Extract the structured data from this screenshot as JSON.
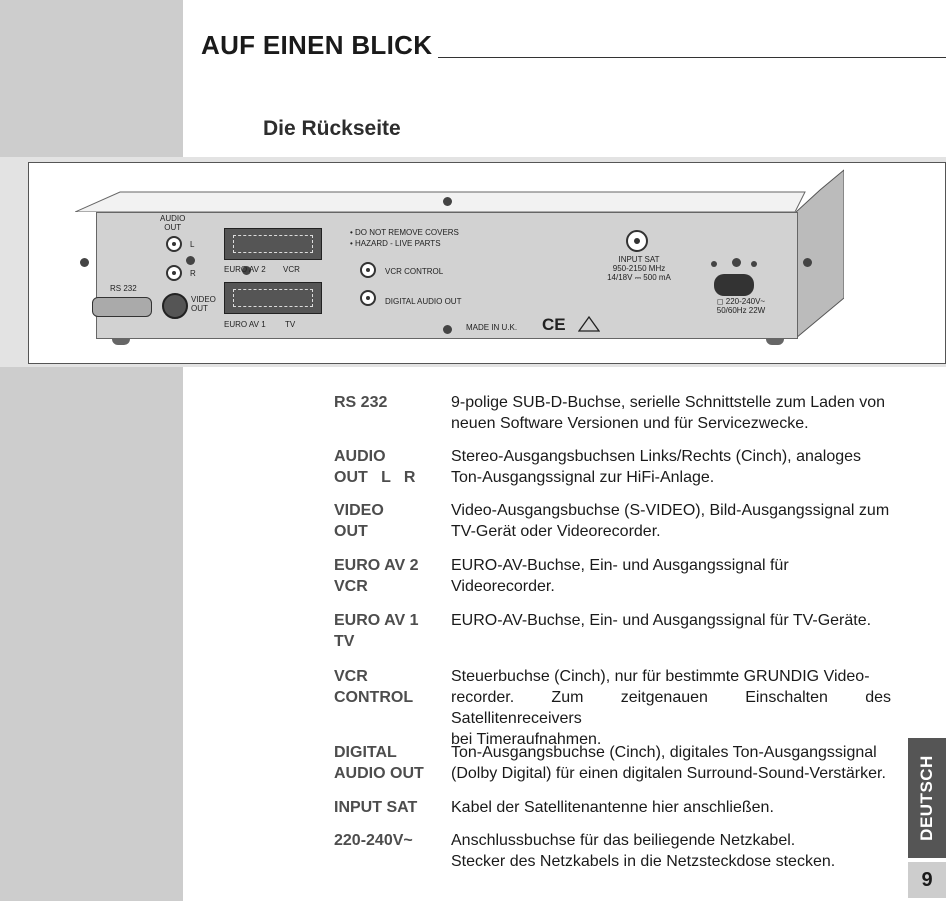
{
  "header": {
    "title": "AUF EINEN BLICK"
  },
  "section": {
    "title": "Die Rückseite"
  },
  "device_labels": {
    "audio_out": [
      "AUDIO",
      "OUT"
    ],
    "l": "L",
    "r": "R",
    "rs232": "RS 232",
    "video_out": [
      "VIDEO",
      "OUT"
    ],
    "euro_av2": "EURO AV 2",
    "vcr": "VCR",
    "euro_av1": "EURO AV 1",
    "tv": "TV",
    "warning1": "• DO NOT REMOVE COVERS",
    "warning2": "• HAZARD - LIVE PARTS",
    "vcr_control": "VCR CONTROL",
    "digital_audio_out": "DIGITAL AUDIO OUT",
    "made_in": "MADE IN U.K.",
    "ce": "CE",
    "input_sat": [
      "INPUT SAT",
      "950-2150 MHz",
      "14/18V ⎓ 500 mA"
    ],
    "power": [
      "◻ 220-240V~",
      "50/60Hz 22W"
    ]
  },
  "entries": [
    {
      "term": "RS 232",
      "desc": [
        "9-polige SUB-D-Buchse, serielle Schnittstelle zum Laden von",
        "neuen Software Versionen und für Servicezwecke."
      ]
    },
    {
      "term": "AUDIO\nOUT   L   R",
      "desc": [
        "Stereo-Ausgangsbuchsen Links/Rechts (Cinch), analoges",
        "Ton-Ausgangssignal zur HiFi-Anlage."
      ]
    },
    {
      "term": "VIDEO\nOUT",
      "desc": [
        "Video-Ausgangsbuchse (S-VIDEO), Bild-Ausgangssignal zum",
        "TV-Gerät oder Videorecorder."
      ]
    },
    {
      "term": "EURO AV 2\nVCR",
      "desc": [
        "EURO-AV-Buchse, Ein- und Ausgangssignal für Videorecorder."
      ]
    },
    {
      "term": "EURO AV 1\nTV",
      "desc": [
        "EURO-AV-Buchse, Ein- und Ausgangssignal für TV-Geräte."
      ]
    },
    {
      "term": "VCR\nCONTROL",
      "desc": [
        "Steuerbuchse (Cinch), nur für bestimmte GRUNDIG Video-",
        "recorder. Zum zeitgenauen Einschalten des Satellitenreceivers",
        "bei Timeraufnahmen."
      ]
    },
    {
      "term": "DIGITAL\nAUDIO OUT",
      "desc": [
        "Ton-Ausgangsbuchse (Cinch), digitales Ton-Ausgangssignal",
        "(Dolby Digital) für einen digitalen Surround-Sound-Verstärker."
      ]
    },
    {
      "term": "INPUT SAT",
      "desc": [
        "Kabel der Satellitenantenne hier anschließen."
      ]
    },
    {
      "term": "220-240V~",
      "desc": [
        "Anschlussbuchse für das beiliegende Netzkabel.",
        "Stecker des Netzkabels in die Netzsteckdose stecken."
      ]
    }
  ],
  "side_tab": {
    "label": "DEUTSCH"
  },
  "page": {
    "number": "9"
  }
}
